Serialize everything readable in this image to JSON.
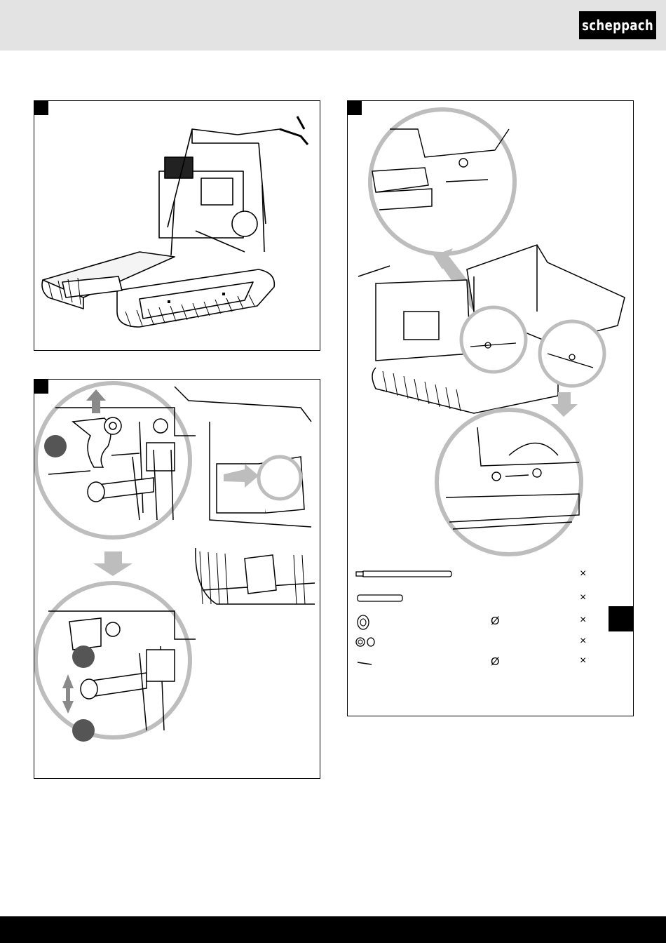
{
  "header": {
    "brand": "scheppach"
  },
  "panels": {
    "figure_1": {},
    "figure_2": {},
    "figure_3": {
      "parts": [
        {
          "icon": "long-pin-icon",
          "diameter": "",
          "times": "×"
        },
        {
          "icon": "short-pin-icon",
          "diameter": "",
          "times": "×"
        },
        {
          "icon": "washer-icon",
          "diameter": "Ø",
          "times": "×"
        },
        {
          "icon": "nut-washer-icon",
          "diameter": "",
          "times": "×"
        },
        {
          "icon": "cotter-pin-icon",
          "diameter": "Ø",
          "times": "×"
        }
      ]
    }
  },
  "colors": {
    "header_band": "#e3e3e3",
    "footer_band": "#000000",
    "marker": "#555555",
    "arrow": "#b5b5b5"
  }
}
